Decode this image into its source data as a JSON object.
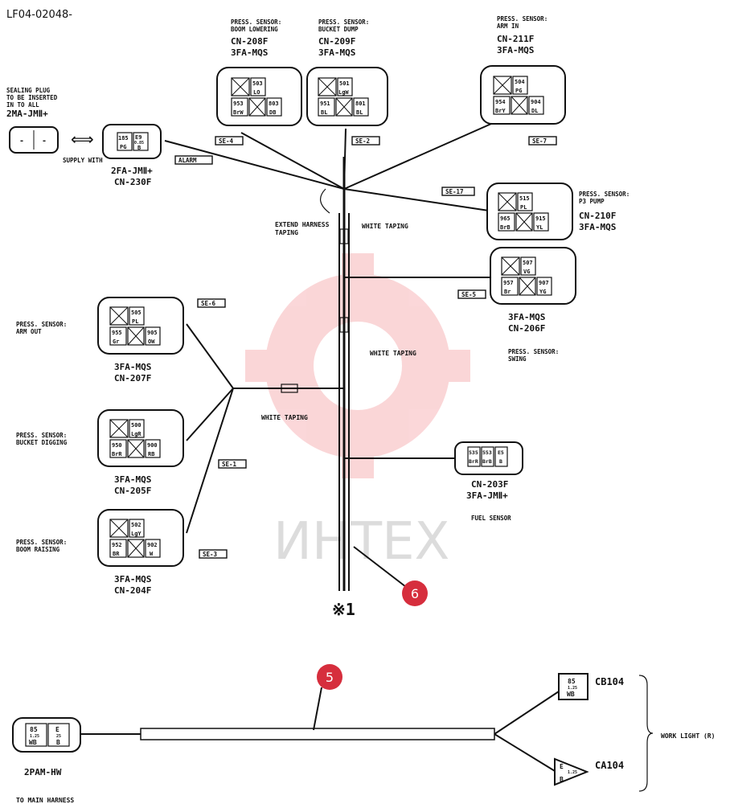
{
  "doc_code": "LF04-02048-",
  "watermark": "ИНТЕХ",
  "markers": {
    "m5": "5",
    "m6": "6",
    "note": "※1"
  },
  "labels": {
    "sealing_plug": [
      "SEALING PLUG",
      "TO BE INSERTED",
      "IN TO ALL"
    ],
    "supply_with": "SUPPLY WITH",
    "extend_harness": [
      "EXTEND HARNESS",
      "TAPING"
    ],
    "white_taping": "WHITE TAPING",
    "to_main_harness": "TO MAIN HARNESS",
    "work_light": "WORK LIGHT (R)",
    "fuel_sensor": "FUEL SENSOR",
    "arrow": "⟺"
  },
  "tags": [
    "SE-4",
    "SE-2",
    "SE-7",
    "SE-17",
    "SE-5",
    "SE-6",
    "SE-1",
    "SE-3",
    "ALARM"
  ],
  "connectors": {
    "cn208": {
      "title": [
        "PRESS. SENSOR:",
        "BOOM LOWERING"
      ],
      "cn": "CN-208F",
      "type": "3FA-MQS",
      "pins": [
        "503",
        "LO",
        "953",
        "BrW",
        "803",
        "DB"
      ]
    },
    "cn209": {
      "title": [
        "PRESS. SENSOR:",
        "BUCKET DUMP"
      ],
      "cn": "CN-209F",
      "type": "3FA-MQS",
      "pins": [
        "501",
        "LgW",
        "951",
        "BL",
        "801",
        "BL"
      ]
    },
    "cn211": {
      "title": [
        "PRESS. SENSOR:",
        "ARM IN"
      ],
      "cn": "CN-211F",
      "type": "3FA-MQS",
      "pins": [
        "504",
        "PG",
        "954",
        "BrY",
        "904",
        "DL"
      ]
    },
    "cn210": {
      "title": [
        "PRESS. SENSOR:",
        "P3 PUMP"
      ],
      "cn": "CN-210F",
      "type": "3FA-MQS",
      "pins": [
        "515",
        "PL",
        "965",
        "BrB",
        "915",
        "YL"
      ]
    },
    "cn206": {
      "title": [
        "PRESS. SENSOR:",
        "SWING"
      ],
      "cn": "CN-206F",
      "type": "3FA-MQS",
      "pins": [
        "507",
        "VG",
        "957",
        "Br",
        "907",
        "YG"
      ]
    },
    "cn207": {
      "title": [
        "PRESS. SENSOR:",
        "ARM OUT"
      ],
      "cn": "CN-207F",
      "type": "3FA-MQS",
      "pins": [
        "505",
        "PL",
        "955",
        "Gr",
        "905",
        "OW"
      ]
    },
    "cn205": {
      "title": [
        "PRESS. SENSOR:",
        "BUCKET DIGGING"
      ],
      "cn": "CN-205F",
      "type": "3FA-MQS",
      "pins": [
        "500",
        "LgR",
        "950",
        "BrR",
        "900",
        "RB"
      ]
    },
    "cn204": {
      "title": [
        "PRESS. SENSOR:",
        "BOOM RAISING"
      ],
      "cn": "CN-204F",
      "type": "3FA-MQS",
      "pins": [
        "502",
        "LgY",
        "952",
        "BR",
        "902",
        "W"
      ]
    },
    "cn230": {
      "cn": "CN-230F",
      "type": "2FA-JMⅡ+",
      "pins": [
        "185",
        "PG",
        "E9",
        "0.85",
        "B"
      ]
    },
    "cn203": {
      "cn": "CN-203F",
      "type": "3FA-JMⅡ+",
      "pins": [
        "535",
        "BrR",
        "553",
        "BrB",
        "E5",
        "B"
      ]
    },
    "plug": {
      "type": "2MA-JMⅡ+"
    },
    "pam": {
      "type": "2PAM-HW",
      "pins": [
        "85",
        "1.25",
        "WB",
        "E",
        "25",
        "B"
      ]
    },
    "cb104": {
      "cn": "CB104",
      "pins": [
        "85",
        "1.25",
        "WB"
      ]
    },
    "ca104": {
      "cn": "CA104",
      "pins": [
        "E",
        "1.25",
        "B"
      ]
    }
  }
}
